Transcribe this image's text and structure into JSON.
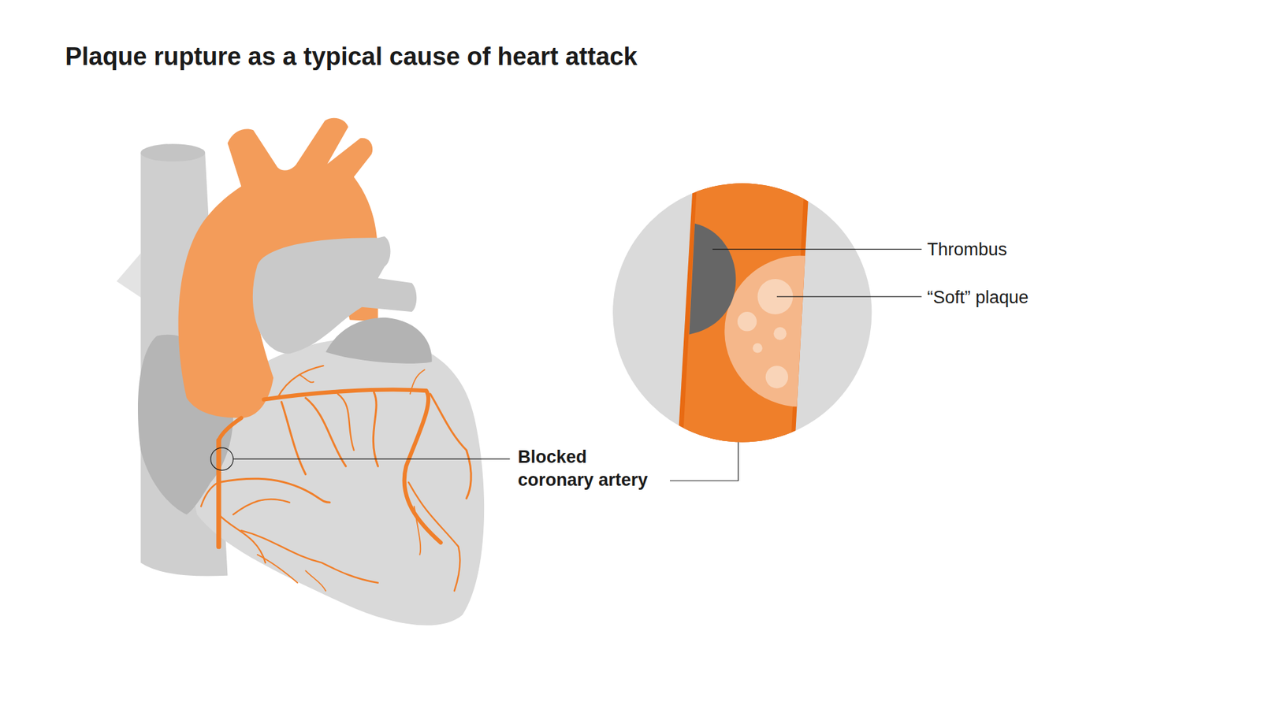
{
  "diagram": {
    "title": "Plaque rupture as a typical cause of heart attack",
    "labels": [
      "Thrombus",
      "“Soft” plaque",
      "Blocked coronary artery"
    ]
  }
}
